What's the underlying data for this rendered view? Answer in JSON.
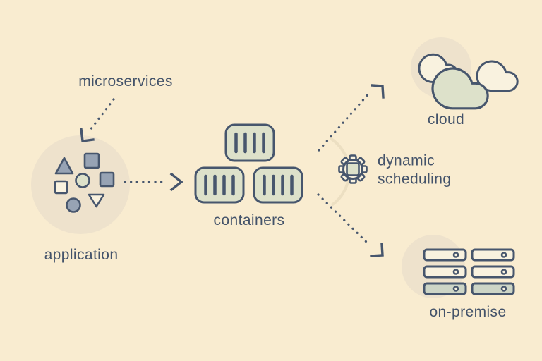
{
  "diagram_title": "application to containers dynamic scheduling diagram",
  "nodes": {
    "microservices": {
      "label": "microservices"
    },
    "application": {
      "label": "application"
    },
    "containers": {
      "label": "containers",
      "count": 3
    },
    "scheduling": {
      "line1": "dynamic",
      "line2": "scheduling"
    },
    "cloud": {
      "label": "cloud",
      "cloud_count": 3
    },
    "on_premise": {
      "label": "on-premise",
      "server_rows": 3,
      "server_columns": 2
    }
  },
  "edges": [
    {
      "from": "microservices-label",
      "to": "application",
      "style": "dotted-arrow"
    },
    {
      "from": "application",
      "to": "containers",
      "style": "dotted-arrow"
    },
    {
      "from": "containers",
      "to": "cloud",
      "style": "dotted-arrow"
    },
    {
      "from": "containers",
      "to": "on-premise",
      "style": "dotted-arrow"
    }
  ],
  "icons": {
    "application_cluster": "circle with triangle, square and circle glyphs",
    "container": "rounded box with four vertical slats",
    "scheduler": "gear-chip with square core",
    "cloud": "three overlapping clouds",
    "on_premise": "two stacks of three server bars with indicator dots"
  },
  "colors": {
    "bg": "#f9ecd0",
    "ink": "#47566d",
    "text": "#44536a",
    "sage": "#dde1ca",
    "sagedark": "#cdd5c6",
    "cream": "#f9f2df",
    "faint": "#eee2cc",
    "faintstroke": "#ecdfc2",
    "slate": "#97a3b4"
  }
}
